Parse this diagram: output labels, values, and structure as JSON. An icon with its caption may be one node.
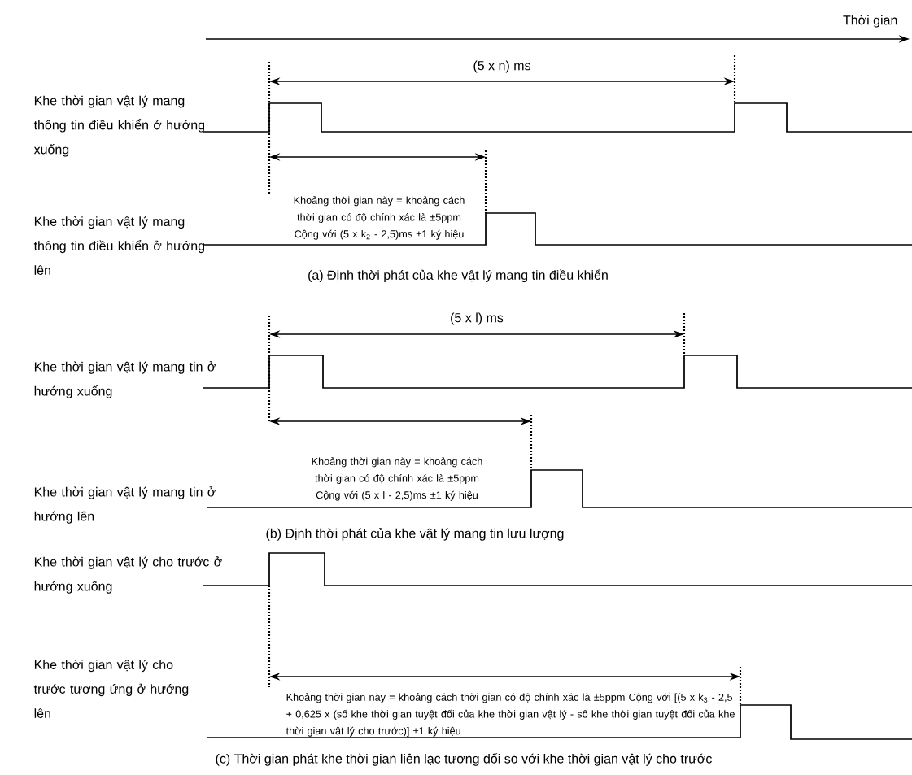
{
  "diagram": {
    "labels": [
      "Thời gian",
      "(5 x n) ms",
      "Khe thời gian vật lý mang thông tin điều khiển ở hướng xuống",
      "Khoảng thời gian này = khoảng cách thời gian có độ chính xác là ±5ppm Cộng với (5 x k$_{2}$ - 2,5)ms ±1 ký hiệu",
      "Khe thời gian vật lý mang thông tin điều khiển ở hướng lên",
      "(a) Định thời phát của khe vật lý mang tin điều khiển",
      "(5 x l) ms",
      "Khe thời gian vật lý mang tin ở hướng xuống",
      "Khoảng thời gian này = khoảng cách thời gian có độ chính xác là ±5ppm Cộng với (5 x l - 2,5)ms ±1 ký hiệu",
      "Khe thời gian vật lý mang tin ở hướng lên",
      "(b) Định thời phát của khe vật lý mang tin lưu lượng",
      "Khe thời gian vật lý cho trước ở hướng xuống",
      "Khoảng thời gian này = khoảng cách thời gian có độ chính xác là ±5ppm Cộng với [(5 x k$_{3}$ - 2,5 + 0,625 x (số khe thời gian tuyệt đối của khe thời gian vật lý - số khe thời gian tuyệt đối của khe thời gian vật lý cho trước)] ±1 ký hiệu",
      "Khe thời gian vật lý cho trước tương ứng ở hướng lên",
      "(c) Thời gian phát khe thời gian liên lạc tương đối so với khe thời gian vật lý cho trước"
    ]
  }
}
